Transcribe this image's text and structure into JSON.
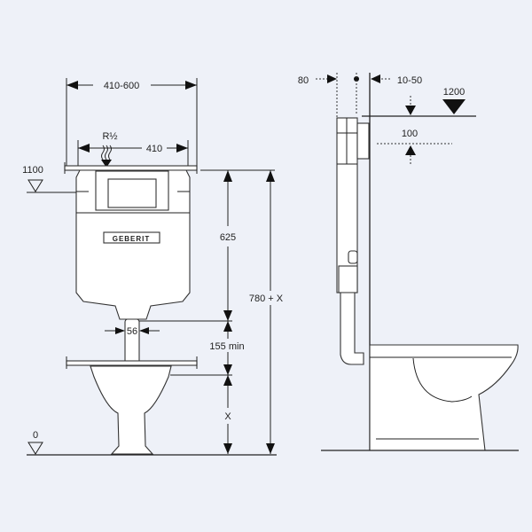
{
  "front_view": {
    "width_range": "410-600",
    "fixing_width": "410",
    "water_connection": "R½",
    "brand_logo": "GEBERIT",
    "actuator_height": "1100",
    "cistern_height": "625",
    "total_height": "780 + X",
    "pipe_width": "56",
    "min_gap": "155 min",
    "pan_height": "X",
    "floor_level": "0"
  },
  "side_view": {
    "frame_depth": "80",
    "wall_offset": "10-50",
    "top_level": "1200",
    "top_offset": "100"
  },
  "colors": {
    "background": "#eef1f8",
    "line": "#222222"
  }
}
